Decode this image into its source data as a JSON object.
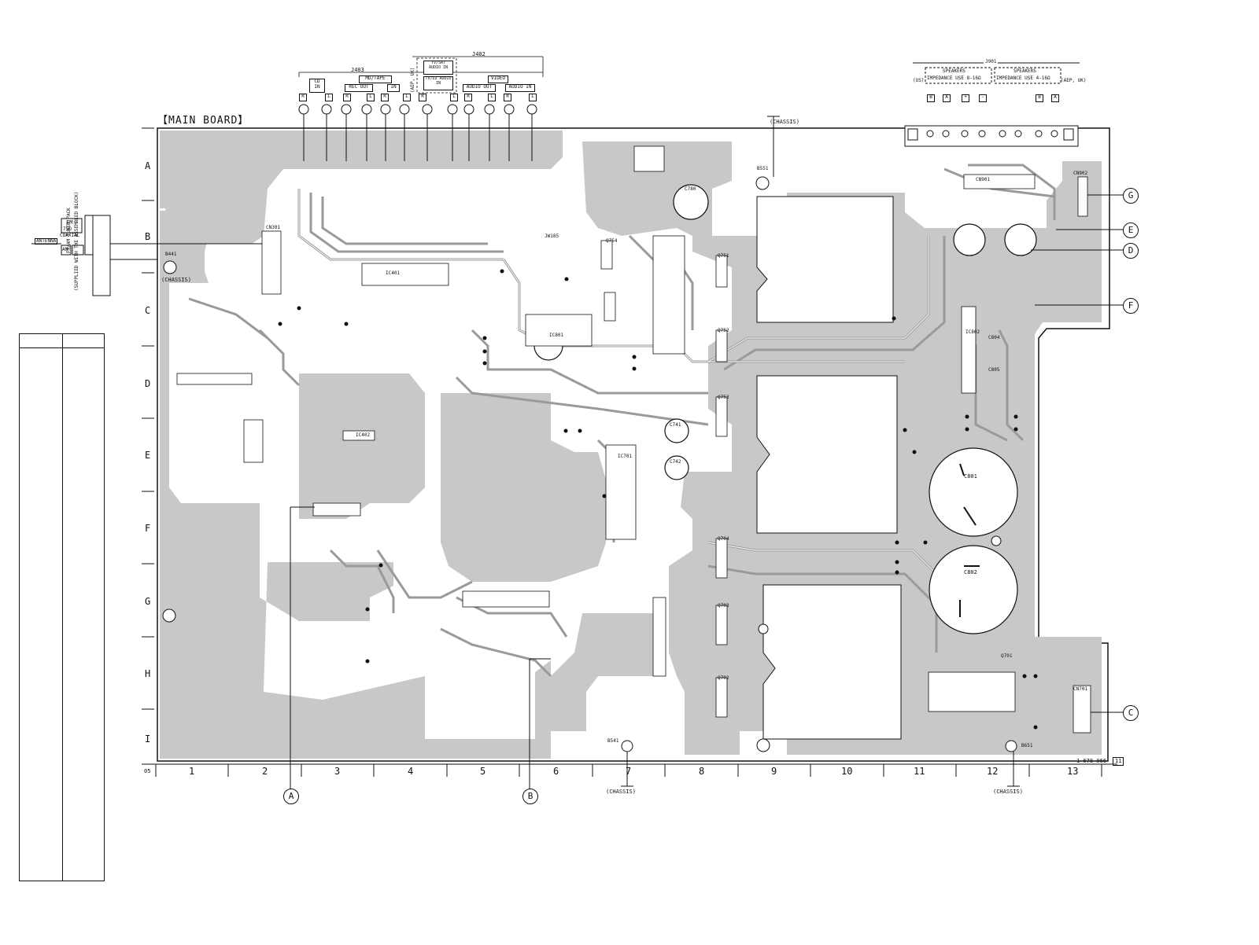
{
  "board_title": "【MAIN BOARD】",
  "rows": [
    "A",
    "B",
    "C",
    "D",
    "E",
    "F",
    "G",
    "H",
    "I"
  ],
  "columns": [
    "1",
    "2",
    "3",
    "4",
    "5",
    "6",
    "7",
    "8",
    "9",
    "10",
    "11",
    "12",
    "13"
  ],
  "corner_ref": "05",
  "part_number": "1-678-066-",
  "part_suffix": "11",
  "chassis_label": "(CHASSIS)",
  "connectors_right": [
    "G",
    "E",
    "D",
    "F",
    "C"
  ],
  "connectors_bottom": [
    "A",
    "B"
  ],
  "tuner": {
    "pack_line1": "FM/AM TUNER PACK",
    "pack_line2": "(SUPPLIED WITH THE ASSEMBLED BLOCK)",
    "fm_label": "FM",
    "fm_impedance": "75Ω",
    "fm_type": "COAXIAL",
    "am_label": "AM",
    "antenna_label": "ANTENNA"
  },
  "jacks_top": {
    "j403": "J403",
    "j402": "J402",
    "cd_in": "CD IN",
    "md_tape": "MD/TAPE",
    "rec_out": "REC OUT",
    "in": "IN",
    "tv_sat_audio_in": "TV/SAT AUDIO IN",
    "tv_ld_audio_in": "TV/LD AUDIO IN",
    "audio_out": "AUDIO OUT",
    "video": "VIDEO",
    "audio_in": "AUDIO IN",
    "aep_uk": "(AEP, UK)",
    "r": "R",
    "l": "L"
  },
  "speakers": {
    "jack": "J901",
    "title": "SPEAKERS",
    "impedance_left": "IMPEDANCE USE 8-16Ω",
    "impedance_right": "IMPEDANCE USE 4-16Ω",
    "region_left": "(US)",
    "region_right": "(AEP, UK)",
    "terminals": [
      "B",
      "A",
      "+",
      "-",
      "B",
      "A"
    ]
  },
  "components": {
    "ic401": "IC401",
    "ic402": "IC402",
    "ic802": "IC802",
    "ic701": "IC701",
    "ic801": "IC801",
    "cn301": "CN301",
    "cn901": "CN901",
    "cn902": "CN902",
    "cn701": "CN701",
    "b441": "B441",
    "b541": "B541",
    "b551": "B551",
    "b651": "B651",
    "q701": "Q701",
    "q702": "Q702",
    "q703": "Q703",
    "q704": "Q704",
    "q751": "Q751",
    "q752": "Q752",
    "q753": "Q753",
    "q754": "Q754",
    "c801": "C801",
    "c802": "C802",
    "c804": "C804",
    "c805": "C805",
    "c741": "C741",
    "c742": "C742",
    "c780": "C780",
    "jw185": "JW185"
  },
  "colors": {
    "copper": "#c8c8c8",
    "board": "#ffffff",
    "ink": "#111111",
    "trace_dark": "#9a9a9a"
  }
}
